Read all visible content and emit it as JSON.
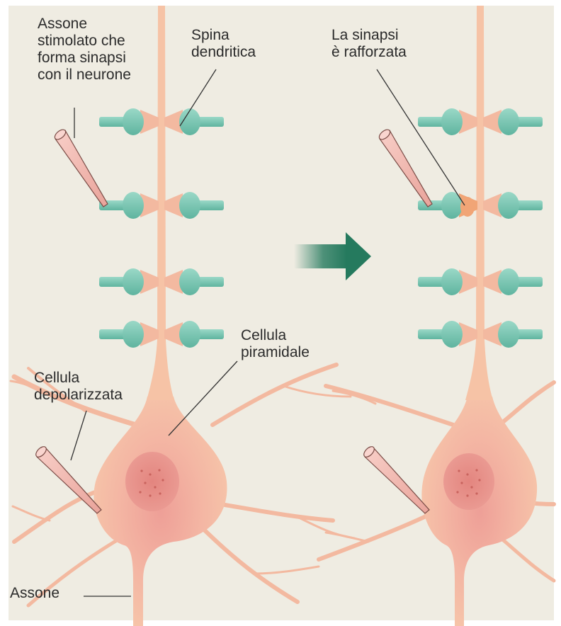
{
  "labels": {
    "stimulated_axon": [
      "Assone",
      "stimolato che",
      "forma sinapsi",
      "con il neurone"
    ],
    "dendritic_spine": [
      "Spina",
      "dendritica"
    ],
    "strengthened_synapse": [
      "La sinapsi",
      "è rafforzata"
    ],
    "pyramidal_cell": [
      "Cellula",
      "piramidale"
    ],
    "depolarized_cell": [
      "Cellula",
      "depolarizzata"
    ],
    "axon": "Assone"
  },
  "colors": {
    "background": "#efece2",
    "neuron": "#f6c3a6",
    "neuron_dark": "#ec9f94",
    "spine": "#f3b9a0",
    "strengthened_spine": "#f1a576",
    "axon_terminal": "#7ec9b4",
    "electrode": "#f4b6ae",
    "arrow": "#257a5e"
  },
  "icons": [
    "electrode-icon",
    "transition-arrow-icon"
  ]
}
